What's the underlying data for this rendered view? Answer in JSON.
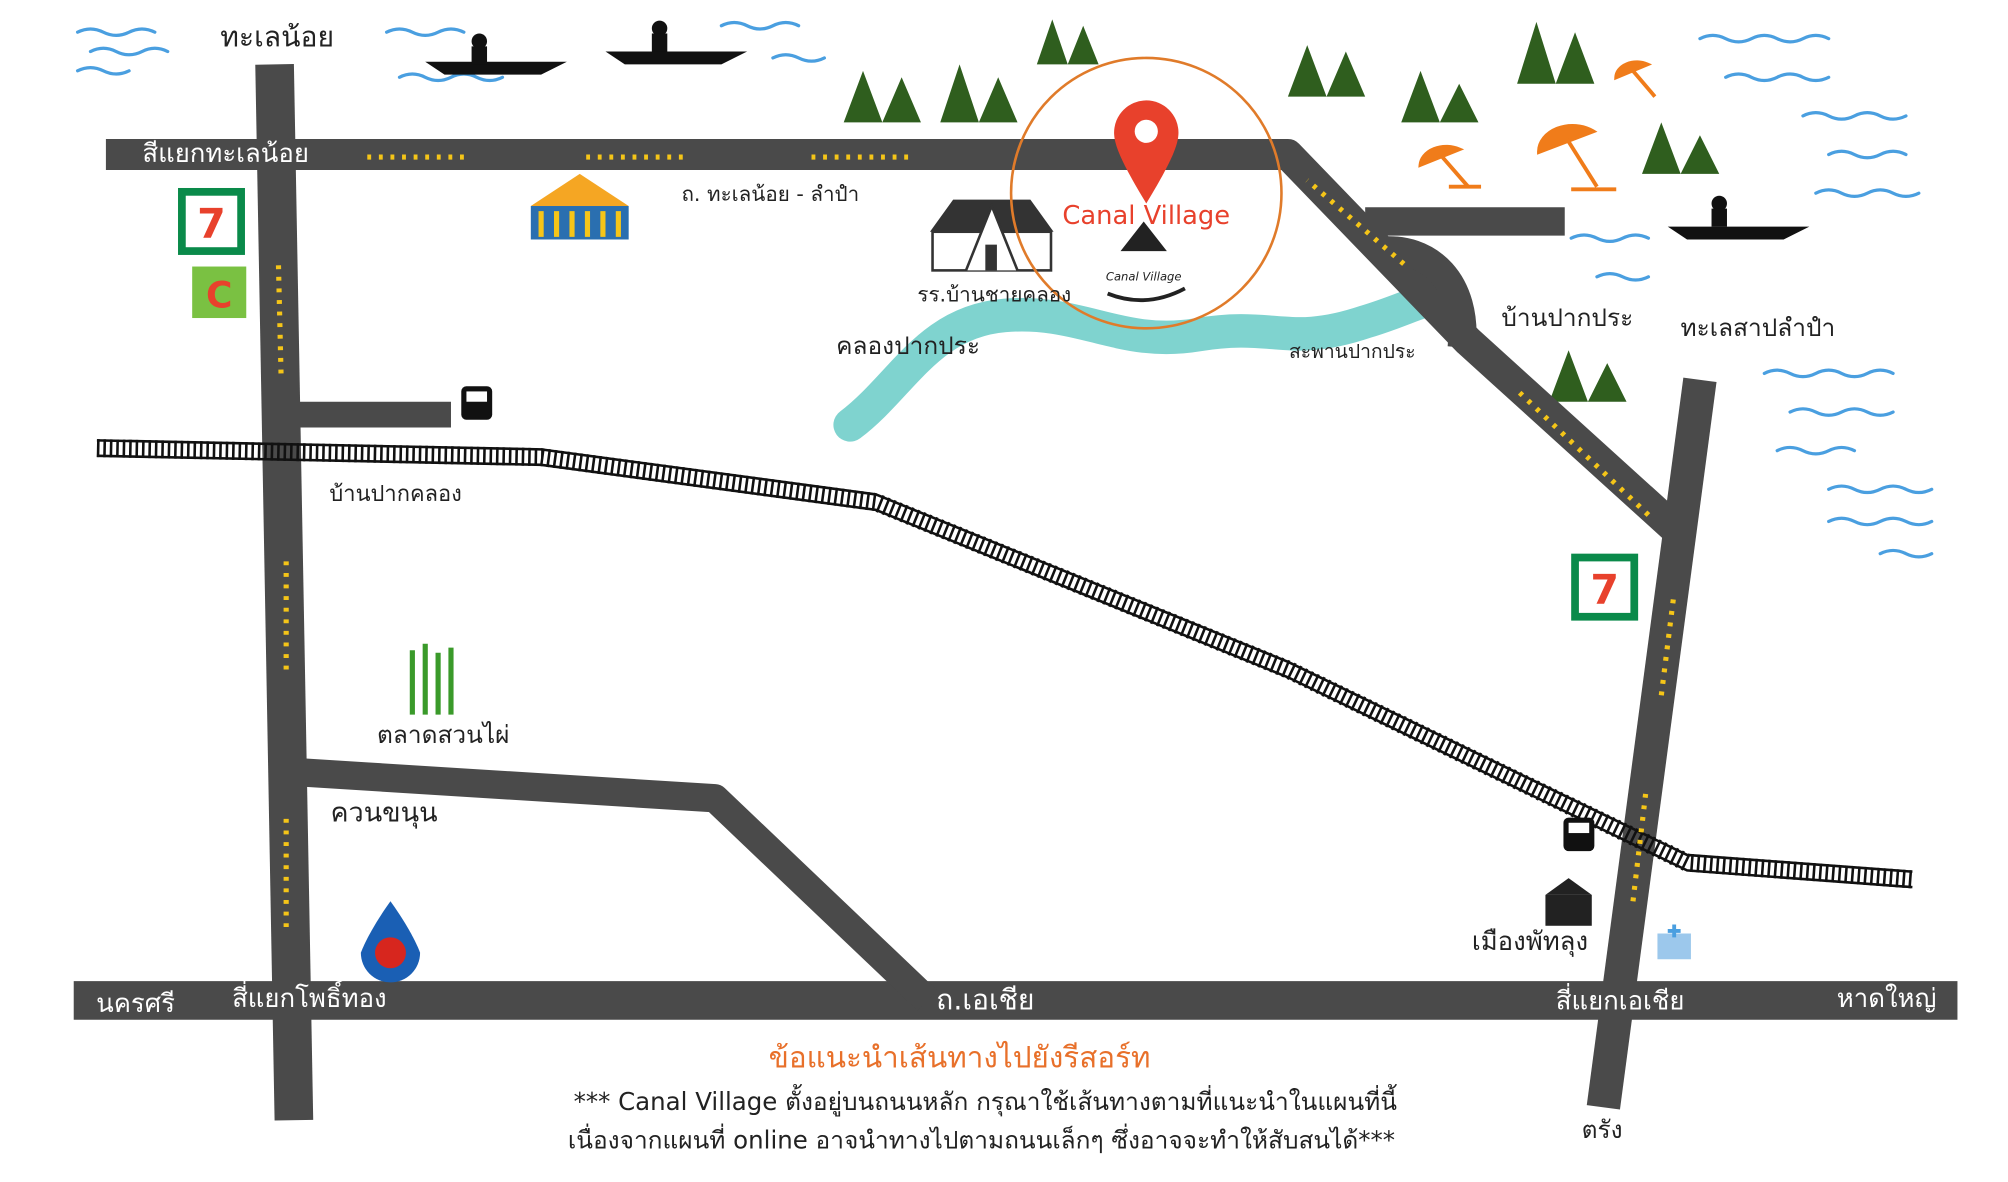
{
  "map": {
    "destination": "Canal Village",
    "logo_text": "Canal Village",
    "places": {
      "thale_noi": "ทะเลน้อย",
      "thale_noi_junction": "สี่แยกทะเลน้อย",
      "road_thale_noi_lampam": "ถ. ทะเลน้อย - ลำปำ",
      "school": "รร.บ้านชายคลอง",
      "canal": "คลองปากประ",
      "bridge": "สะพานปากประ",
      "ban_pak_pra": "บ้านปากประ",
      "lake": "ทะเลสาปลำปำ",
      "ban_pak_khlong": "บ้านปากคลอง",
      "bamboo_market": "ตลาดสวนไผ่",
      "khuan_khanun": "ควนขนุน",
      "nakhon_si": "นครศรี",
      "pho_thong_junction": "สี่แยกโพธิ์ทอง",
      "asia_road": "ถ.เอเชีย",
      "asia_junction": "สี่แยกเอเชีย",
      "hat_yai": "หาดใหญ่",
      "mueang_phatthalung": "เมืองพัทลุง",
      "trang": "ตรัง"
    },
    "colors": {
      "road": "#4a4a4a",
      "river": "#7fd3cf",
      "arrow": "#f5c518",
      "pin": "#e8412c",
      "circle": "#e07b2a",
      "title": "#e8702a",
      "water": "#4a9fe0",
      "tree": "#2f5e1e"
    }
  },
  "footer": {
    "title": "ข้อแนะนำเส้นทางไปยังรีสอร์ท",
    "line1": "*** Canal Village ตั้งอยู่บนถนนหลัก กรุณาใช้เส้นทางตามที่แนะนำในแผนที่นี้",
    "line2": "เนื่องจากแผนที่ online อาจนำทางไปตามถนนเล็กๆ ซึ่งอาจจะทำให้สับสนได้***"
  }
}
